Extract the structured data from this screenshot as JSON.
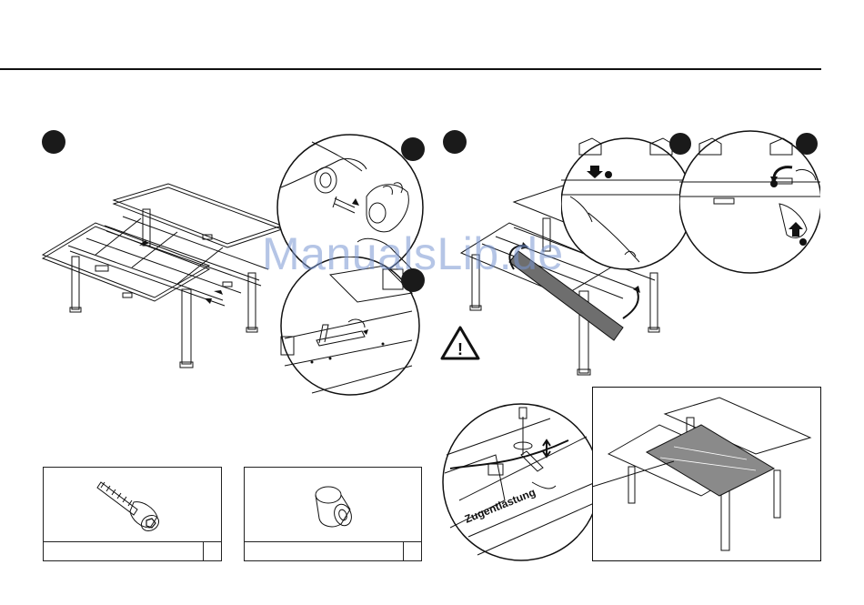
{
  "header": {
    "rule": true
  },
  "steps": {
    "left": {
      "marker": "step-1",
      "detail_markers": [
        "detail-a",
        "detail-b"
      ]
    },
    "right": {
      "marker": "step-2",
      "detail_markers": [
        "detail-c",
        "detail-d"
      ]
    }
  },
  "warning": {
    "icon": "warning-triangle-icon",
    "symbol": "!"
  },
  "strain_relief": {
    "label": "Zugentlastung"
  },
  "watermark": {
    "text": "ManualsLib.de"
  },
  "parts": [
    {
      "name": "socket-head-screw",
      "caption": "",
      "qty": ""
    },
    {
      "name": "spacer-sleeve",
      "caption": "",
      "qty": ""
    }
  ],
  "colors": {
    "ink": "#111111",
    "accent_bar": "#6e6e6e",
    "panel_fill": "#8a8a8a",
    "watermark": "#7896d2"
  }
}
